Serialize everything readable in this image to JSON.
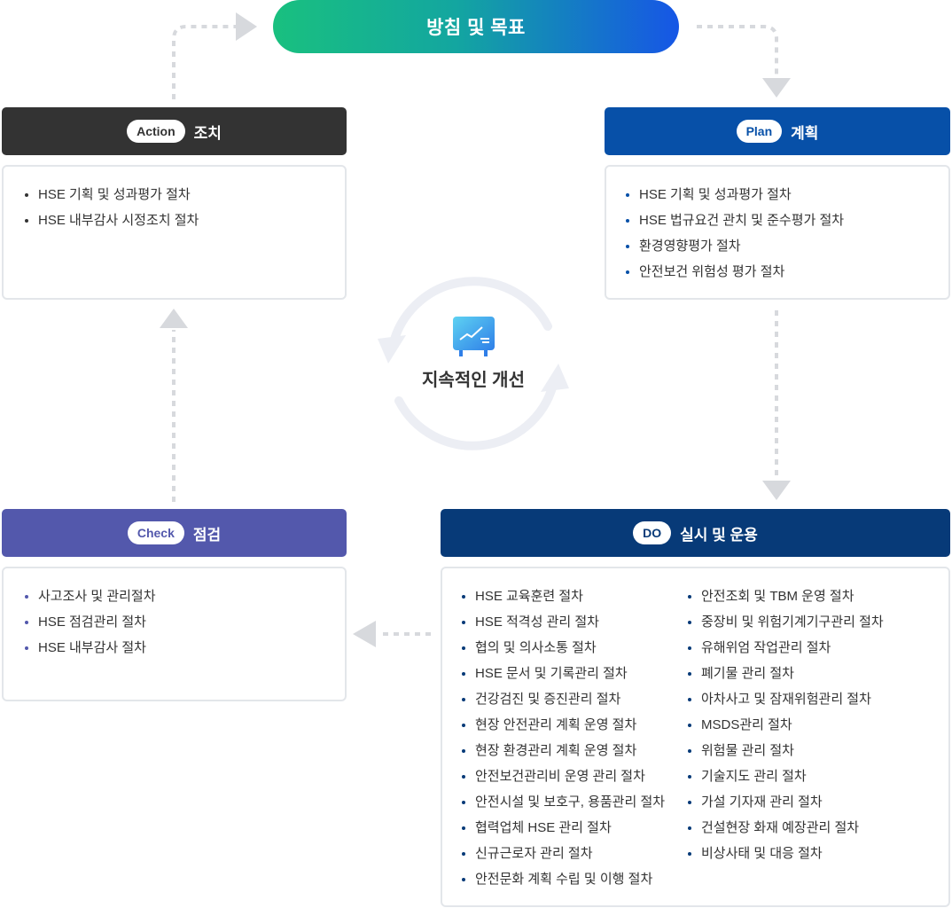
{
  "policy": {
    "label": "방침 및 목표"
  },
  "action": {
    "tag": "Action",
    "title": "조치",
    "items": [
      "HSE 기획 및 성과평가 절차",
      "HSE 내부감사 시정조치 절차"
    ]
  },
  "plan": {
    "tag": "Plan",
    "title": "계획",
    "items": [
      "HSE 기획 및 성과평가 절차",
      "HSE 법규요건 관치 및 준수평가 절차",
      "환경영향평가 절차",
      "안전보건 위험성 평가 절차"
    ]
  },
  "check": {
    "tag": "Check",
    "title": "점검",
    "items": [
      "사고조사 및 관리절차",
      "HSE 점검관리 절차",
      "HSE 내부감사 절차"
    ]
  },
  "do": {
    "tag": "DO",
    "title": "실시 및 운용",
    "items_left": [
      "HSE 교육훈련 절차",
      "HSE 적격성 관리 절차",
      "협의 및 의사소통 절차",
      "HSE 문서 및 기록관리 절차",
      "건강검진 및 증진관리 절차",
      "현장 안전관리 계획 운영 절차",
      "현장 환경관리 계획 운영 절차",
      "안전보건관리비 운영 관리 절차",
      "안전시설 및 보호구, 용품관리 절차",
      "협력업체 HSE 관리 절차",
      "신규근로자 관리 절차",
      "안전문화 계획 수립 및 이행 절차"
    ],
    "items_right": [
      "안전조회 및 TBM 운영 절차",
      "중장비 및 위험기계기구관리 절차",
      "유해위엄 작업관리 절차",
      "폐기물 관리 절차",
      "아차사고 및 잠재위험관리 절차",
      "MSDS관리 절차",
      "위험물 관리 절차",
      "기술지도 관리 절차",
      "가설 기자재 관리 절차",
      "건설현장 화재 예장관리 절차",
      "비상사태 및 대응 절차"
    ]
  },
  "center": {
    "label": "지속적인 개선",
    "icon": "improvement-board-icon"
  },
  "colors": {
    "action": "#333333",
    "plan": "#0750a8",
    "check": "#5358ac",
    "do": "#073a78",
    "arrow": "#d7d9dd",
    "gradient_start": "#19c07f",
    "gradient_end": "#1656e6"
  }
}
